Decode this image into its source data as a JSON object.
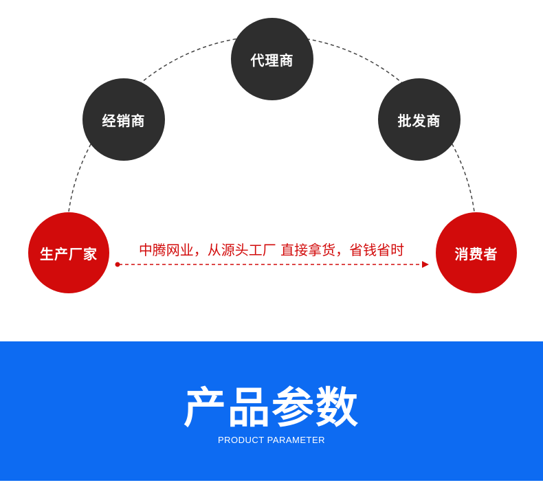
{
  "diagram": {
    "nodes": {
      "manufacturer": "生产厂家",
      "distributor": "经销商",
      "agent": "代理商",
      "wholesaler": "批发商",
      "consumer": "消费者"
    },
    "direct_label": "中腾网业，从源头工厂 直接拿货，省钱省时"
  },
  "banner": {
    "title": "产品参数",
    "subtitle": "PRODUCT PARAMETER"
  },
  "colors": {
    "dark_node": "#2e2e2e",
    "red_node": "#d20b0b",
    "banner_bg": "#0d6bf2"
  }
}
